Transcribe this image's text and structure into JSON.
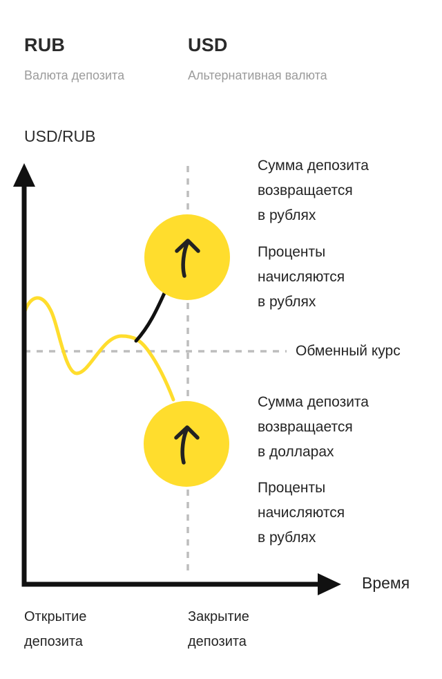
{
  "colors": {
    "accent_yellow": "#FFDD2D",
    "axis_black": "#111111",
    "dash_gray": "#BDBDBD",
    "text_primary": "#2B2B2B",
    "text_secondary": "#9B9B9B"
  },
  "header": {
    "deposit_currency": {
      "code": "RUB",
      "label": "Валюта депозита"
    },
    "alternative_currency": {
      "code": "USD",
      "label": "Альтернативная валюта"
    }
  },
  "chart": {
    "pair_label": "USD/RUB",
    "time_axis_label": "Время",
    "exchange_rate_label": "Обменный курс",
    "icons": {
      "bubble_top": "arrow-up-icon",
      "bubble_bottom": "arrow-up-icon"
    },
    "annotations": [
      {
        "lines": [
          "Сумма депозита",
          "возвращается",
          "в рублях"
        ]
      },
      {
        "lines": [
          "Проценты",
          "начисляются",
          "в рублях"
        ]
      },
      {
        "lines": [
          "Сумма депозита",
          "возвращается",
          "в долларах"
        ]
      },
      {
        "lines": [
          "Проценты",
          "начисляются",
          "в рублях"
        ]
      }
    ],
    "x_axis_points": [
      {
        "lines": [
          "Открытие",
          "депозита"
        ]
      },
      {
        "lines": [
          "Закрытие",
          "депозита"
        ]
      }
    ]
  }
}
